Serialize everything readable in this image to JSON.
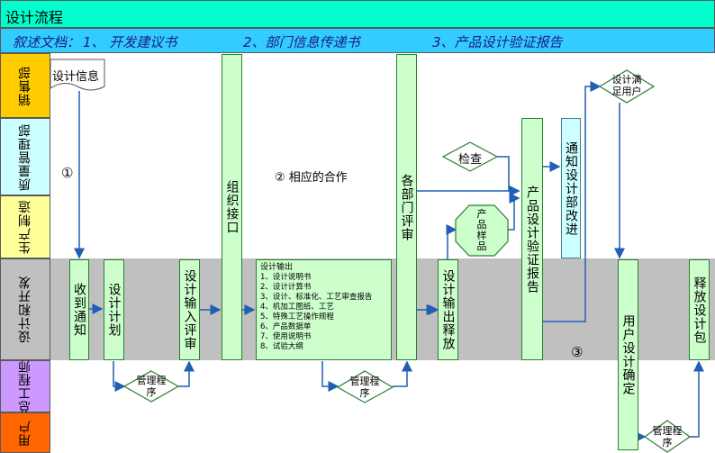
{
  "title": "设计流程",
  "subtitle": {
    "lead": "叙述文档：",
    "doc1": "1、 开发建议书",
    "doc2": "2、部门信息传递书",
    "doc3": "3、产品设计验证报告"
  },
  "lanes": [
    {
      "label": "销售部",
      "color": "#ffcc00"
    },
    {
      "label": "质量管理部",
      "color": "#ccffff"
    },
    {
      "label": "生产制造",
      "color": "#ffff99"
    },
    {
      "label": "设计和开发",
      "color": "#c0c0c0"
    },
    {
      "label": "总工程师",
      "color": "#cc99ff"
    },
    {
      "label": "用户",
      "color": "#ff6600"
    }
  ],
  "nodes": {
    "design_info": "设计信息",
    "receive_notice": "收到通知",
    "design_plan": "设计计划",
    "input_review": "设计输入评审",
    "organize": "组织接口",
    "output_title": "设计输出",
    "output_items": [
      "1、设计说明书",
      "2、设计计算书",
      "3、设计、标准化、工艺审查报告",
      "4、机加工图纸、工艺",
      "5、特殊工艺操作规程",
      "6、产品数据单",
      "7、使用说明书",
      "8、试验大纲"
    ],
    "dept_review": "各部门评审",
    "output_release": "设计输出释放",
    "verify_report": "产品设计验证报告",
    "notify": "通知设计部改进",
    "user_confirm": "用户设计确定",
    "release_pack": "释放设计包",
    "check": "检查",
    "sample": "产品样品",
    "satisfy": "设计满足用户",
    "mgmt1": "管理程序",
    "mgmt2": "管理程序",
    "mgmt3": "管理程序"
  },
  "annotations": {
    "c1": "①",
    "c2": "② 相应的合作",
    "c3": "③"
  },
  "colors": {
    "title_bar": "#00ffcc",
    "subtitle_bar": "#33ccff",
    "box_fill": "#ccffcc",
    "box_border": "#2e7d32",
    "arrow": "#1f5fb4",
    "text_blue": "#1a1a8c"
  }
}
